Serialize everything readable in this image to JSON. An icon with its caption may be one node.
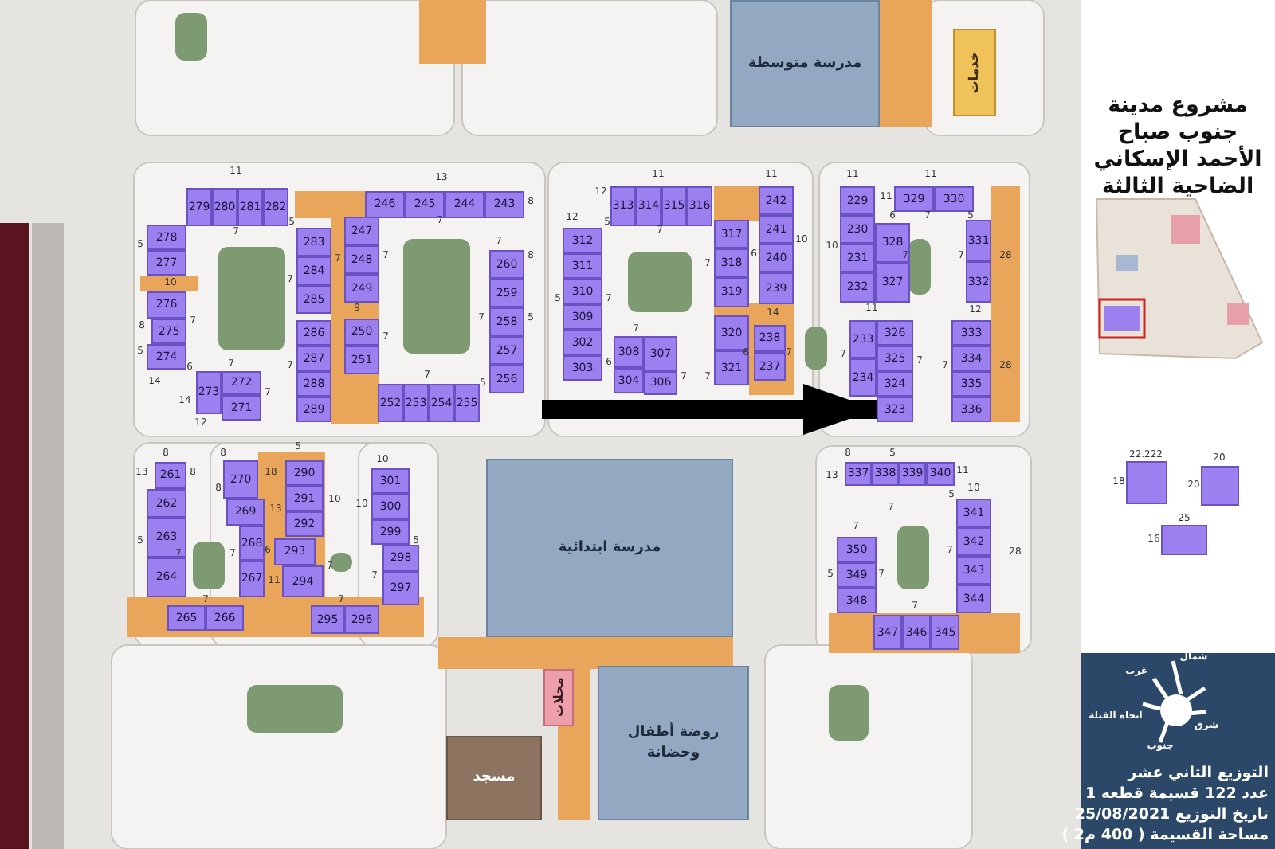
{
  "diagram": {
    "title": "مشروع مدينة جنوب صباح الأحمد الإسكاني الضاحية الثالثة",
    "nodes": [
      {
        "text": [
          "279"
        ]
      },
      {
        "text": [
          "280"
        ]
      },
      {
        "text": [
          "281"
        ]
      },
      {
        "text": [
          "282"
        ]
      },
      {
        "text": [
          "246"
        ]
      },
      {
        "text": [
          "245"
        ]
      },
      {
        "text": [
          "244"
        ]
      },
      {
        "text": [
          "243"
        ]
      },
      {
        "text": [
          "278"
        ]
      },
      {
        "text": [
          "277"
        ]
      },
      {
        "text": [
          "276"
        ]
      },
      {
        "text": [
          "275"
        ]
      },
      {
        "text": [
          "274"
        ]
      },
      {
        "text": [
          "283"
        ]
      },
      {
        "text": [
          "284"
        ]
      },
      {
        "text": [
          "285"
        ]
      },
      {
        "text": [
          "247"
        ]
      },
      {
        "text": [
          "248"
        ]
      },
      {
        "text": [
          "249"
        ]
      },
      {
        "text": [
          "286"
        ]
      },
      {
        "text": [
          "287"
        ]
      },
      {
        "text": [
          "288"
        ]
      },
      {
        "text": [
          "289"
        ]
      },
      {
        "text": [
          "250"
        ]
      },
      {
        "text": [
          "251"
        ]
      },
      {
        "text": [
          "260"
        ]
      },
      {
        "text": [
          "259"
        ]
      },
      {
        "text": [
          "258"
        ]
      },
      {
        "text": [
          "257"
        ]
      },
      {
        "text": [
          "256"
        ]
      },
      {
        "text": [
          "273"
        ]
      },
      {
        "text": [
          "272"
        ]
      },
      {
        "text": [
          "271"
        ]
      },
      {
        "text": [
          "252"
        ]
      },
      {
        "text": [
          "253"
        ]
      },
      {
        "text": [
          "254"
        ]
      },
      {
        "text": [
          "255"
        ]
      },
      {
        "text": [
          "313"
        ]
      },
      {
        "text": [
          "314"
        ]
      },
      {
        "text": [
          "315"
        ]
      },
      {
        "text": [
          "316"
        ]
      },
      {
        "text": [
          "312"
        ]
      },
      {
        "text": [
          "311"
        ]
      },
      {
        "text": [
          "310"
        ]
      },
      {
        "text": [
          "309"
        ]
      },
      {
        "text": [
          "302"
        ]
      },
      {
        "text": [
          "303"
        ]
      },
      {
        "text": [
          "317"
        ]
      },
      {
        "text": [
          "318"
        ]
      },
      {
        "text": [
          "319"
        ]
      },
      {
        "text": [
          "242"
        ]
      },
      {
        "text": [
          "241"
        ]
      },
      {
        "text": [
          "240"
        ]
      },
      {
        "text": [
          "239"
        ]
      },
      {
        "text": [
          "308"
        ]
      },
      {
        "text": [
          "307"
        ]
      },
      {
        "text": [
          "304"
        ]
      },
      {
        "text": [
          "306"
        ]
      },
      {
        "text": [
          "320"
        ]
      },
      {
        "text": [
          "321"
        ]
      },
      {
        "text": [
          "238"
        ]
      },
      {
        "text": [
          "237"
        ]
      },
      {
        "text": [
          "229"
        ]
      },
      {
        "text": [
          "230"
        ]
      },
      {
        "text": [
          "231"
        ]
      },
      {
        "text": [
          "232"
        ]
      },
      {
        "text": [
          "329"
        ]
      },
      {
        "text": [
          "330"
        ]
      },
      {
        "text": [
          "328"
        ]
      },
      {
        "text": [
          "327"
        ]
      },
      {
        "text": [
          "331"
        ]
      },
      {
        "text": [
          "332"
        ]
      },
      {
        "text": [
          "233"
        ]
      },
      {
        "text": [
          "234"
        ]
      },
      {
        "text": [
          "326"
        ]
      },
      {
        "text": [
          "325"
        ]
      },
      {
        "text": [
          "324"
        ]
      },
      {
        "text": [
          "323"
        ]
      },
      {
        "text": [
          "333"
        ]
      },
      {
        "text": [
          "334"
        ]
      },
      {
        "text": [
          "335"
        ]
      },
      {
        "text": [
          "336"
        ]
      },
      {
        "text": [
          "261"
        ]
      },
      {
        "text": [
          "262"
        ]
      },
      {
        "text": [
          "263"
        ]
      },
      {
        "text": [
          "264"
        ]
      },
      {
        "text": [
          "265"
        ]
      },
      {
        "text": [
          "266"
        ]
      },
      {
        "text": [
          "270"
        ]
      },
      {
        "text": [
          "269"
        ]
      },
      {
        "text": [
          "268"
        ]
      },
      {
        "text": [
          "267"
        ]
      },
      {
        "text": [
          "290"
        ]
      },
      {
        "text": [
          "291"
        ]
      },
      {
        "text": [
          "292"
        ]
      },
      {
        "text": [
          "293"
        ]
      },
      {
        "text": [
          "294"
        ]
      },
      {
        "text": [
          "301"
        ]
      },
      {
        "text": [
          "300"
        ]
      },
      {
        "text": [
          "299"
        ]
      },
      {
        "text": [
          "298"
        ]
      },
      {
        "text": [
          "297"
        ]
      },
      {
        "text": [
          "295"
        ]
      },
      {
        "text": [
          "296"
        ]
      },
      {
        "text": [
          "337"
        ]
      },
      {
        "text": [
          "338"
        ]
      },
      {
        "text": [
          "339"
        ]
      },
      {
        "text": [
          "340"
        ]
      },
      {
        "text": [
          "341"
        ]
      },
      {
        "text": [
          "342"
        ]
      },
      {
        "text": [
          "343"
        ]
      },
      {
        "text": [
          "344"
        ]
      },
      {
        "text": [
          "350"
        ]
      },
      {
        "text": [
          "349"
        ]
      },
      {
        "text": [
          "348"
        ]
      },
      {
        "text": [
          "347"
        ]
      },
      {
        "text": [
          "346"
        ]
      },
      {
        "text": [
          "345"
        ]
      },
      {
        "text": [
          "مدرسة متوسطة"
        ]
      },
      {
        "text": [
          "خدمات"
        ]
      },
      {
        "text": [
          "مدرسة ابتدائية"
        ]
      },
      {
        "text": [
          "محلات"
        ]
      },
      {
        "text": [
          "روضة أطفال وحضانة"
        ]
      },
      {
        "text": [
          "مسجد"
        ]
      }
    ],
    "edges": [
      {
        "from": null,
        "to": 77,
        "arrow": "to"
      }
    ],
    "labels": [
      "11",
      "13",
      "8",
      "5",
      "7",
      "7",
      "5",
      "7",
      "7",
      "7",
      "8",
      "10",
      "7",
      "9",
      "8",
      "7",
      "7",
      "5",
      "5",
      "7",
      "6",
      "7",
      "14",
      "7",
      "7",
      "5",
      "7",
      "14",
      "12",
      "11",
      "11",
      "11",
      "11",
      "12",
      "12",
      "5",
      "11",
      "6",
      "7",
      "5",
      "7",
      "10",
      "10",
      "6",
      "7",
      "7",
      "7",
      "28",
      "5",
      "7",
      "14",
      "11",
      "12",
      "7",
      "6",
      "6",
      "7",
      "7",
      "7",
      "7",
      "28",
      "7",
      "7",
      "8",
      "8",
      "5",
      "10",
      "13",
      "8",
      "18",
      "8",
      "13",
      "10",
      "10",
      "5",
      "7",
      "7",
      "6",
      "5",
      "11",
      "7",
      "7",
      "7",
      "7",
      "8",
      "5",
      "13",
      "11",
      "10",
      "5",
      "7",
      "7",
      "7",
      "28",
      "5",
      "7",
      "7",
      "22.222",
      "18",
      "20",
      "20",
      "25",
      "16",
      "شمال",
      "غرب",
      "اتجاه القبلة",
      "شرق",
      "جنوب",
      "التوزيع الثاني عشر",
      "عدد 122 قسيمة قطعه 1",
      "تاريخ التوزيع 25/08/2021",
      "مساحة القسيمة ( 400 م2 )"
    ]
  }
}
